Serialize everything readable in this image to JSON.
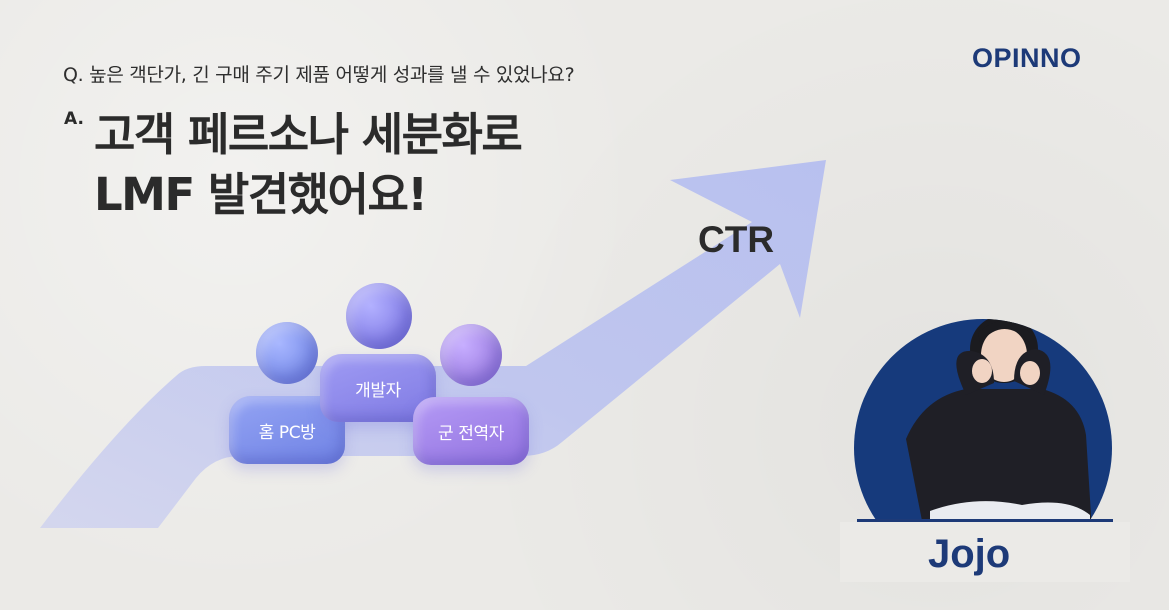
{
  "header": {
    "question": "Q. 높은 객단가, 긴 구매 주기 제품 어떻게 성과를 낼 수 있었나요?",
    "answer_mark": "A.",
    "answer_line1": "고객 페르소나 세분화로",
    "answer_line2": "LMF 발견했어요!"
  },
  "brand": {
    "logo": "OPINNO"
  },
  "graphic": {
    "arrow_label": "CTR",
    "personas": [
      {
        "label": "홈 PC방",
        "color": "#7f92ec"
      },
      {
        "label": "개발자",
        "color": "#8a86e8"
      },
      {
        "label": "군 전역자",
        "color": "#a385e6"
      }
    ]
  },
  "profile": {
    "name": "Jojo"
  },
  "colors": {
    "brand": "#1d3a78",
    "arrow": "#b9c0ee",
    "background": "#ebeae7",
    "profile_circle": "#163a7c"
  }
}
